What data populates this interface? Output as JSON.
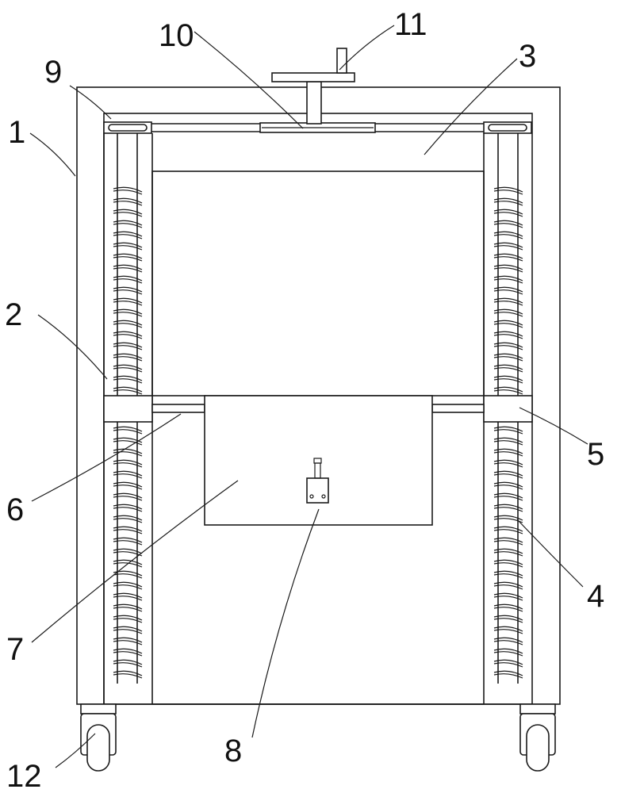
{
  "labels": {
    "l1": "1",
    "l2": "2",
    "l3": "3",
    "l4": "4",
    "l5": "5",
    "l6": "6",
    "l7": "7",
    "l8": "8",
    "l9": "9",
    "l10": "10",
    "l11": "11",
    "l12": "12"
  },
  "colors": {
    "line": "#1a1a1a",
    "background": "#ffffff"
  }
}
